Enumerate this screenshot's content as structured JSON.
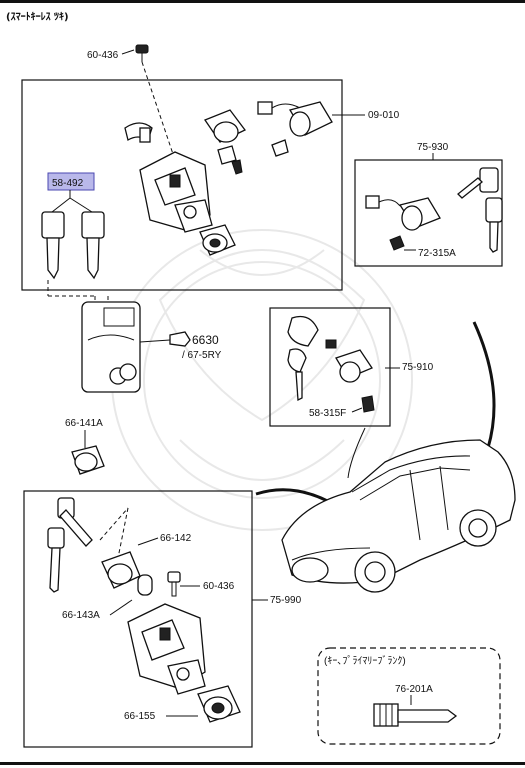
{
  "header": "(ｽﾏｰﾄｷｰﾚｽ ﾂｷ)",
  "labels": {
    "p60_436_top": "60-436",
    "p09_010": "09-010",
    "p58_492": "58-492",
    "p75_930": "75-930",
    "p72_315A": "72-315A",
    "p6630": "6630",
    "p6630_sub": "/ 67-5RY",
    "p75_910": "75-910",
    "p58_315F": "58-315F",
    "p66_141A": "66-141A",
    "p66_142": "66-142",
    "p60_436_bottom": "60-436",
    "p66_143A": "66-143A",
    "p75_990": "75-990",
    "p66_155": "66-155",
    "blank_group": "(ｷｰ､ﾌﾟﾗｲﾏﾘｰﾌﾞﾗﾝｸ)",
    "p76_201A": "76-201A"
  },
  "colors": {
    "highlight_fill": "#b9b8ea",
    "highlight_stroke": "#4a47b0"
  }
}
